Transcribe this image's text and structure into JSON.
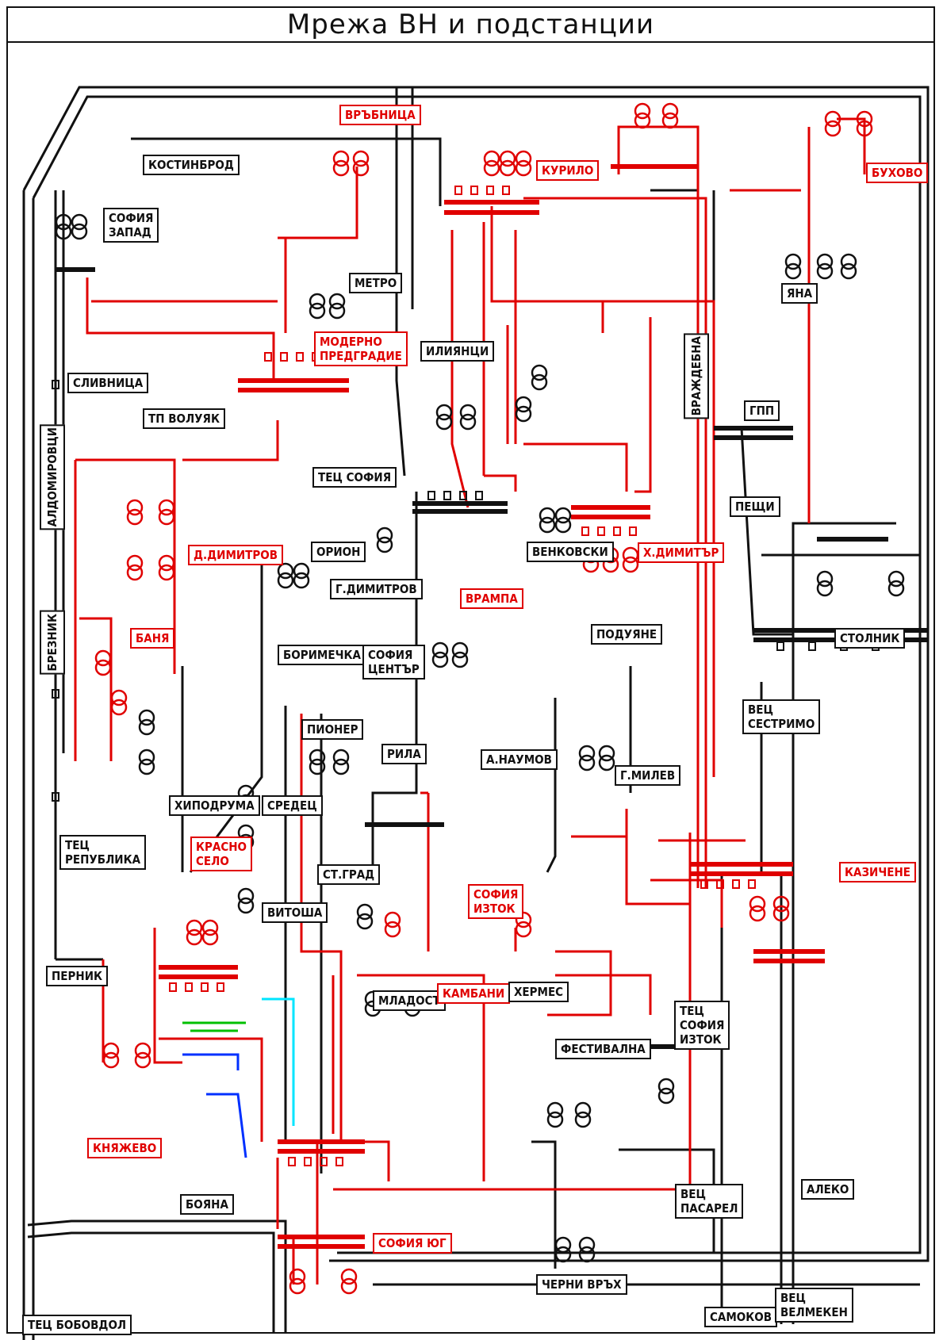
{
  "title": "Мрежа ВН и подстанции",
  "colors": {
    "black": "#111111",
    "red": "#e00000",
    "green": "#00c000",
    "blue": "#0030ff",
    "cyan": "#00e5ff"
  },
  "labels": {
    "kostinbrod": "КОСТИНБРОД",
    "sofia_zapad": "СОФИЯ\nЗАПАД",
    "vrabnitsa": "ВРЪБНИЦА",
    "kurilo": "КУРИЛО",
    "buhovo": "БУХОВО",
    "metro": "МЕТРО",
    "modern_predgradie": "МОДЕРНО\nПРЕДГРАДИЕ",
    "slivnitsa": "СЛИВНИЦА",
    "tp_voluyak": "ТП ВОЛУЯК",
    "iliyantsi": "ИЛИЯНЦИ",
    "vrazhdebna": "ВРАЖДЕБНА",
    "yana": "ЯНА",
    "gpp": "ГПП",
    "tets_sofia": "ТЕЦ СОФИЯ",
    "aldomirovtsi": "АЛДОМИРОВЦИ",
    "d_dimitrov": "Д.ДИМИТРОВ",
    "orion": "ОРИОН",
    "g_dimitrov": "Г.ДИМИТРОВ",
    "vrampa": "ВРАМПА",
    "h_dimitar": "Х.ДИМИТЪР",
    "vetskovski": "ВЕНКОВСКИ",
    "pechi": "ПЕЩИ",
    "breznik": "БРЕЗНИК",
    "banya": "БАНЯ",
    "boyana": "БОРИМЕЧКА",
    "sofia_tsentar": "СОФИЯ\nЦЕНТЪР",
    "podvane": "ПОДУЯНЕ",
    "stolnik": "СТОЛНИК",
    "pioner": "ПИОНЕР",
    "vets_sestrimo": "ВЕЦ\nСЕСТРИМО",
    "rila": "РИЛА",
    "a_naumov": "А.НАУМОВ",
    "g_milev": "Г.МИЛЕВ",
    "tets_republika": "ТЕЦ\nРЕПУБЛИКА",
    "ampodrum": "ХИПОДРУМА",
    "sredets": "СРЕДЕЦ",
    "krasno_selo": "КРАСНО\nСЕЛО",
    "st_grad": "СТ.ГРАД",
    "sofia_iztok": "СОФИЯ\nИЗТОК",
    "kazichene": "КАЗИЧЕНЕ",
    "vitosha": "ВИТОША",
    "pernik": "ПЕРНИК",
    "mladost": "МЛАДОСТ",
    "kambani": "КАМБАНИ",
    "kremeko": "ХЕРМЕС",
    "tets_sofia_iztok": "ТЕЦ\nСОФИЯ\nИЗТОК",
    "festivalna": "ФЕСТИВАЛНА",
    "knyazhevo": "КНЯЖЕВО",
    "boyna": "БОЯНА",
    "vets_pasarel": "ВЕЦ\nПАСАРЕЛ",
    "aleko": "АЛЕКО",
    "sofia_yug": "СОФИЯ ЮГ",
    "cherni_vrah": "ЧЕРНИ ВРЪХ",
    "samokov": "САМОКОВ",
    "vets_vel_meken": "ВЕЦ\nВЕЛМЕКЕН",
    "tets_bobovdol": "ТЕЦ БОБОВДОЛ"
  }
}
